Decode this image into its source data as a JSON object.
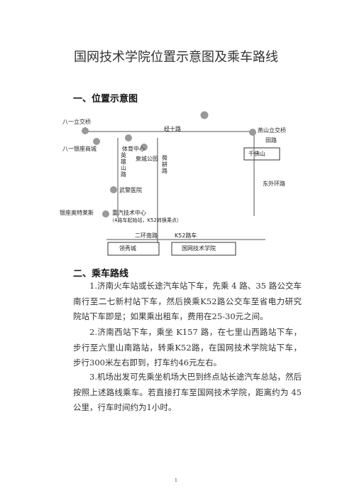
{
  "doc": {
    "title": "国网技术学院位置示意图及乘车路线",
    "section1": "一、位置示意图",
    "section2": "二、乘车路线",
    "paragraphs": [
      "1.济南火车站或长途汽车站下车，先乘 4 路、35 路公交车南行至二七新村站下车，然后换乘K52路公交车至省电力研究院站下车即是；如果乘出租车，费用在25-30元之间。",
      "2.济南西站下车，乘坐 K157 路，在七里山西路站下车，步行至六里山南路站，转乘K52路，在国网技术学院站下车，步行300米左右即到，打车约46元左右。",
      "3.机场出发可先乘坐机场大巴到终点站长途汽车总站，然后按照上述路线乘车。若直接打车至国网技术学院，距离约为 45 公里，行车时间约为1小时。"
    ],
    "page_number": "1"
  },
  "map": {
    "labels": {
      "bayi_overpass": "八一立交桥",
      "bayi_silver_plaza": "八一银座商城",
      "gym_center": "体育中心",
      "jingshi_road": "经十路",
      "lishan_road": "英雄山路",
      "quancheng_park": "泉城公园",
      "shungeng_road": "舜耕路",
      "qianfoshan": "千佛山",
      "yanshan_overpass": "燕山立交桥",
      "east_road": "田路",
      "east_ring": "东外环路",
      "wujing_hospital": "武警医院",
      "yinzuo_jiaju": "银座奥特莱斯",
      "zhongqi_center": "重汽技术中心",
      "zhongqi_note": "（4路车起始站，K52转换乘点）",
      "erhuan_south": "二环南路",
      "k52": "K52路车",
      "huaxin": "领秀城",
      "sgcc_academy": "国网技术学院"
    }
  }
}
